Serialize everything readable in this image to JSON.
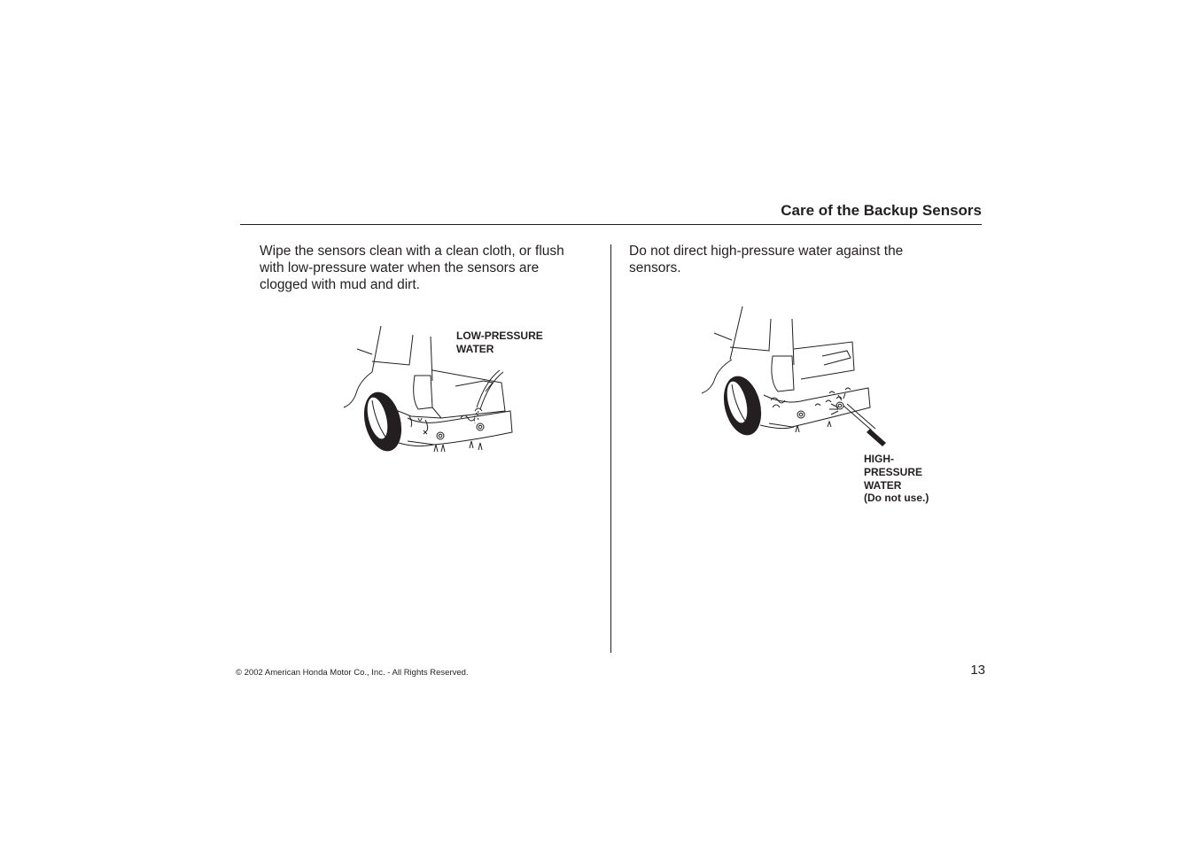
{
  "header": {
    "section_title": "Care of the Backup Sensors"
  },
  "left_column": {
    "body": "Wipe the sensors clean with a clean cloth, or flush with low-pressure water when the sensors are clogged with mud and dirt.",
    "illustration_label": "LOW-PRESSURE WATER",
    "illustration_icon": "car-rear-hose-illustration"
  },
  "right_column": {
    "body": "Do not direct high-pressure water against the sensors.",
    "illustration_label": {
      "line1": "HIGH-",
      "line2": "PRESSURE",
      "line3": "WATER",
      "line4": "(Do not use.)"
    },
    "illustration_icon": "car-rear-pressure-washer-illustration"
  },
  "footer": {
    "copyright": "© 2002 American Honda Motor Co., Inc. - All Rights Reserved.",
    "page_number": "13"
  }
}
